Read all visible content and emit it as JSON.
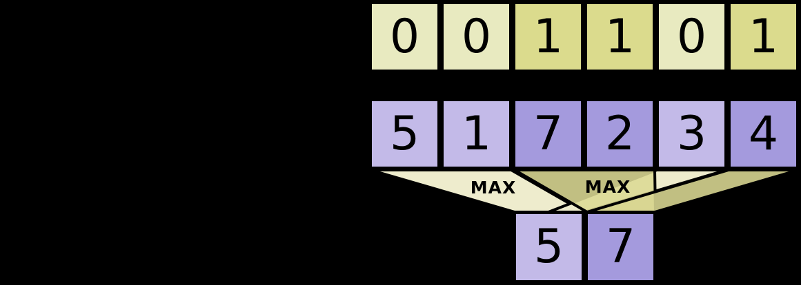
{
  "diagram": {
    "mask_row": {
      "cells": [
        {
          "value": "0",
          "highlighted": false
        },
        {
          "value": "0",
          "highlighted": false
        },
        {
          "value": "1",
          "highlighted": true
        },
        {
          "value": "1",
          "highlighted": true
        },
        {
          "value": "0",
          "highlighted": false
        },
        {
          "value": "1",
          "highlighted": true
        }
      ]
    },
    "values_row": {
      "cells": [
        {
          "value": "5",
          "highlighted": false
        },
        {
          "value": "1",
          "highlighted": false
        },
        {
          "value": "7",
          "highlighted": true
        },
        {
          "value": "2",
          "highlighted": true
        },
        {
          "value": "3",
          "highlighted": false
        },
        {
          "value": "4",
          "highlighted": true
        }
      ]
    },
    "result_row": {
      "cells": [
        {
          "value": "5",
          "highlighted": false
        },
        {
          "value": "7",
          "highlighted": true
        }
      ]
    },
    "operations": [
      {
        "label": "MAX"
      },
      {
        "label": "MAX"
      }
    ],
    "colors": {
      "background": "#000000",
      "stroke": "#000000",
      "mask_cell": "#e8eac0",
      "mask_cell_highlight": "#dbdb8d",
      "value_cell": "#c3bae8",
      "value_cell_highlight": "#a49add",
      "funnel_light": "#eeeccd",
      "funnel_dark": "#dcd994"
    }
  }
}
